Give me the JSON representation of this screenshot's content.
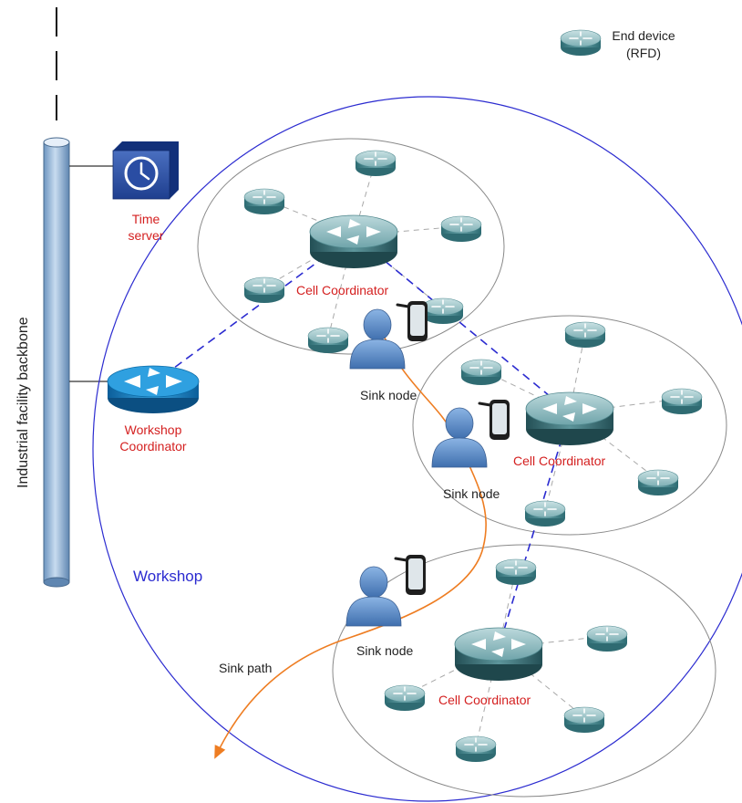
{
  "legend": {
    "icon": "end-device-icon",
    "text_line1": "End device",
    "text_line2": "(RFD)"
  },
  "backbone": {
    "label": "Industrial facility backbone"
  },
  "time_server": {
    "icon": "clock-server-icon",
    "line1": "Time",
    "line2": "server"
  },
  "workshop_coordinator": {
    "icon": "router-icon",
    "line1": "Workshop",
    "line2": "Coordinator"
  },
  "workshop": {
    "label": "Workshop"
  },
  "cells": [
    {
      "coordinator_label": "Cell Coordinator",
      "sink_label": "Sink node"
    },
    {
      "coordinator_label": "Cell Coordinator",
      "sink_label": "Sink node"
    },
    {
      "coordinator_label": "Cell Coordinator",
      "sink_label": "Sink node"
    }
  ],
  "sink_path": {
    "label": "Sink path"
  },
  "colors": {
    "workshop_border": "#2b2bd0",
    "coordinator_text": "#d42020",
    "sink_path": "#ee7d22",
    "router_fill": "#5a9aa0",
    "workshop_router": "#1a8fd0",
    "backbone": "#8fb5dc",
    "person": "#5e8fcd"
  }
}
